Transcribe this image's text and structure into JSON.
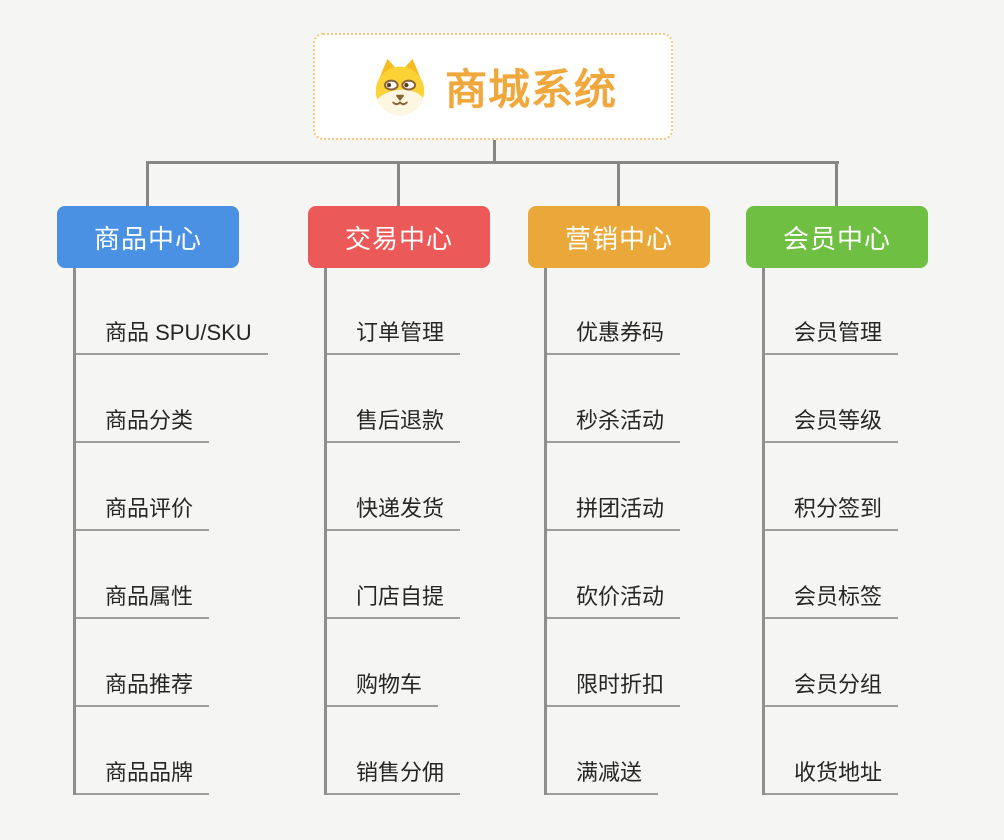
{
  "root": {
    "title": "商城系统",
    "icon": "dog-face-icon"
  },
  "branches": [
    {
      "id": "product",
      "label": "商品中心",
      "color": "#4a91e3",
      "items": [
        "商品 SPU/SKU",
        "商品分类",
        "商品评价",
        "商品属性",
        "商品推荐",
        "商品品牌"
      ]
    },
    {
      "id": "trade",
      "label": "交易中心",
      "color": "#eb5958",
      "items": [
        "订单管理",
        "售后退款",
        "快递发货",
        "门店自提",
        "购物车",
        "销售分佣"
      ]
    },
    {
      "id": "marketing",
      "label": "营销中心",
      "color": "#eaa83b",
      "items": [
        "优惠券码",
        "秒杀活动",
        "拼团活动",
        "砍价活动",
        "限时折扣",
        "满减送"
      ]
    },
    {
      "id": "member",
      "label": "会员中心",
      "color": "#6fbf43",
      "items": [
        "会员管理",
        "会员等级",
        "积分签到",
        "会员标签",
        "会员分组",
        "收货地址"
      ]
    }
  ],
  "colors": {
    "connector": "#868686",
    "underline": "#9d9d9d",
    "root_accent": "#f0a83c",
    "root_border": "#f2c77e",
    "background": "#f5f5f4"
  }
}
